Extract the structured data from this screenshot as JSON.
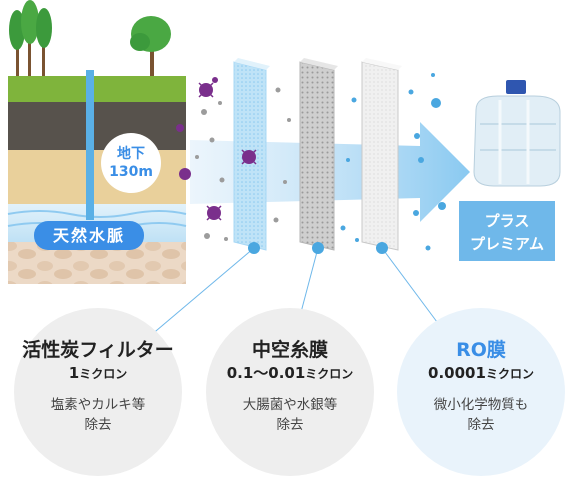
{
  "underground": {
    "depth_label": "地下\n130m",
    "water_vein_label": "天然水脈"
  },
  "product": {
    "label": "プラス\nプレミアム"
  },
  "filters": [
    {
      "title": "活性炭フィルター",
      "spec_value": "1",
      "spec_unit": "ミクロン",
      "description": "塩素やカルキ等\n除去",
      "accent": "#222222"
    },
    {
      "title": "中空糸膜",
      "spec_value": "0.1〜0.01",
      "spec_unit": "ミクロン",
      "description": "大腸菌や水銀等\n除去",
      "accent": "#222222"
    },
    {
      "title": "RO膜",
      "spec_value": "0.0001",
      "spec_unit": "ミクロン",
      "description": "微小化学物質も\n除去",
      "accent": "#3a8ee6"
    }
  ],
  "colors": {
    "accent_blue": "#3a8ee6",
    "label_box_blue": "#6fb8ea",
    "germ_purple": "#7a2f8c",
    "water_blue": "#4aa7e0"
  }
}
